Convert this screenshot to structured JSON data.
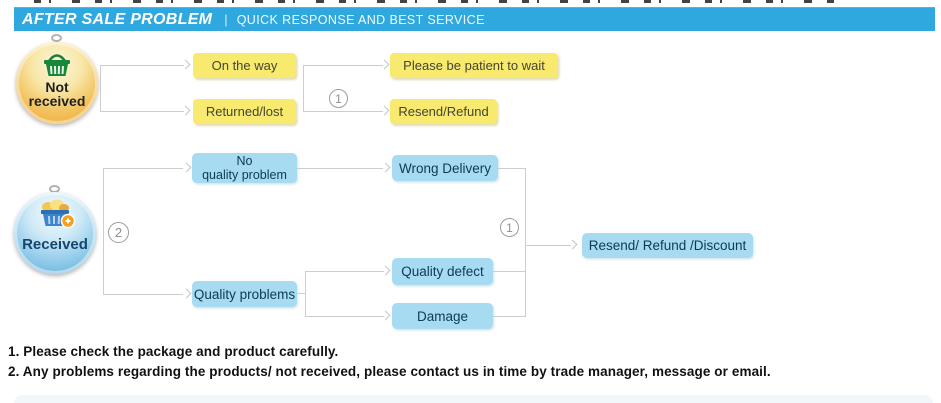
{
  "header": {
    "title": "AFTER SALE PROBLEM",
    "separator": "|",
    "subtitle": "QUICK RESPONSE AND BEST SERVICE"
  },
  "badges": {
    "not_received": {
      "line1": "Not",
      "line2": "received"
    },
    "received": {
      "label": "Received"
    }
  },
  "flow": {
    "on_the_way": "On the way",
    "returned_lost": "Returned/lost",
    "be_patient": "Please be patient to wait",
    "resend_refund": "Resend/Refund",
    "no_quality_problem": {
      "line1": "No",
      "line2": "quality problem"
    },
    "quality_problems": "Quality problems",
    "wrong_delivery": "Wrong Delivery",
    "quality_defect": "Quality defect",
    "damage": "Damage",
    "resend_refund_discount": "Resend/ Refund /Discount"
  },
  "markers": {
    "top_junction": "1",
    "received_branch": "2",
    "right_junction": "1"
  },
  "notes": {
    "line1": "1. Please check the package and product carefully.",
    "line2": "2. Any problems regarding the products/ not received, please contact us in time by trade manager, message or email."
  },
  "colors": {
    "header_bar": "#2fa8df",
    "yellow_box": "#f7ea6e",
    "blue_box": "#a6dbf2",
    "blue_box_text": "#0e3a55",
    "connector": "#cdcdcd",
    "not_received_circle": "#eda233",
    "received_circle": "#57a7d6"
  },
  "icons": {
    "not_received_basket": "green-shopping-basket-icon",
    "received_basket": "full-shopping-basket-icon"
  }
}
